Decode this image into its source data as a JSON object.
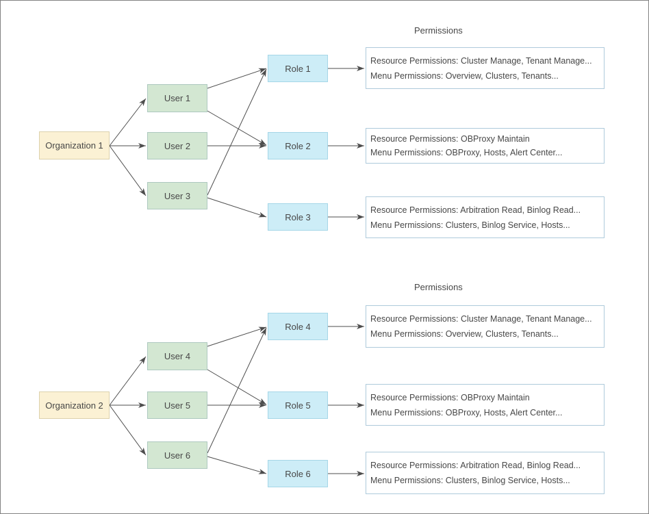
{
  "colors": {
    "canvas_bg": "#FFFFFF",
    "frame_border": "#828282",
    "org_fill": "#FBF1D4",
    "org_stroke": "#DCD1AC",
    "user_fill": "#D3E7D2",
    "user_stroke": "#ADC8BF",
    "role_fill": "#CDEDF7",
    "role_stroke": "#A5D6E7",
    "perm_fill": "#FFFFFF",
    "perm_stroke": "#AECADB",
    "edge_color": "#4D4D4D",
    "text_color": "#474747"
  },
  "diagrams": [
    {
      "section_title": "Permissions",
      "organization": "Organization 1",
      "users": [
        "User 1",
        "User 2",
        "User 3"
      ],
      "roles": [
        "Role 1",
        "Role 2",
        "Role 3"
      ],
      "permission_cards": [
        {
          "resource": "Resource Permissions: Cluster Manage, Tenant Manage...",
          "menu": "Menu Permissions: Overview, Clusters, Tenants..."
        },
        {
          "resource": "Resource Permissions: OBProxy Maintain",
          "menu": "Menu Permissions: OBProxy, Hosts, Alert Center..."
        },
        {
          "resource": "Resource Permissions: Arbitration Read, Binlog Read...",
          "menu": "Menu Permissions: Clusters, Binlog Service, Hosts..."
        }
      ],
      "edges": [
        {
          "from": "Organization 1",
          "to": "User 1"
        },
        {
          "from": "Organization 1",
          "to": "User 2"
        },
        {
          "from": "Organization 1",
          "to": "User 3"
        },
        {
          "from": "User 1",
          "to": "Role 1"
        },
        {
          "from": "User 1",
          "to": "Role 2"
        },
        {
          "from": "User 2",
          "to": "Role 2"
        },
        {
          "from": "User 3",
          "to": "Role 1"
        },
        {
          "from": "User 3",
          "to": "Role 3"
        },
        {
          "from": "Role 1",
          "to": "Permissions card 1"
        },
        {
          "from": "Role 2",
          "to": "Permissions card 2"
        },
        {
          "from": "Role 3",
          "to": "Permissions card 3"
        }
      ]
    },
    {
      "section_title": "Permissions",
      "organization": "Organization 2",
      "users": [
        "User 4",
        "User 5",
        "User 6"
      ],
      "roles": [
        "Role 4",
        "Role 5",
        "Role 6"
      ],
      "permission_cards": [
        {
          "resource": "Resource Permissions: Cluster Manage, Tenant Manage...",
          "menu": "Menu Permissions: Overview, Clusters, Tenants..."
        },
        {
          "resource": "Resource Permissions: OBProxy Maintain",
          "menu": "Menu Permissions: OBProxy, Hosts, Alert Center..."
        },
        {
          "resource": "Resource Permissions: Arbitration Read, Binlog Read...",
          "menu": "Menu Permissions: Clusters, Binlog Service, Hosts..."
        }
      ],
      "edges": [
        {
          "from": "Organization 2",
          "to": "User 4"
        },
        {
          "from": "Organization 2",
          "to": "User 5"
        },
        {
          "from": "Organization 2",
          "to": "User 6"
        },
        {
          "from": "User 4",
          "to": "Role 4"
        },
        {
          "from": "User 4",
          "to": "Role 5"
        },
        {
          "from": "User 5",
          "to": "Role 5"
        },
        {
          "from": "User 6",
          "to": "Role 4"
        },
        {
          "from": "User 6",
          "to": "Role 6"
        },
        {
          "from": "Role 4",
          "to": "Permissions card 4"
        },
        {
          "from": "Role 5",
          "to": "Permissions card 5"
        },
        {
          "from": "Role 6",
          "to": "Permissions card 6"
        }
      ]
    }
  ]
}
